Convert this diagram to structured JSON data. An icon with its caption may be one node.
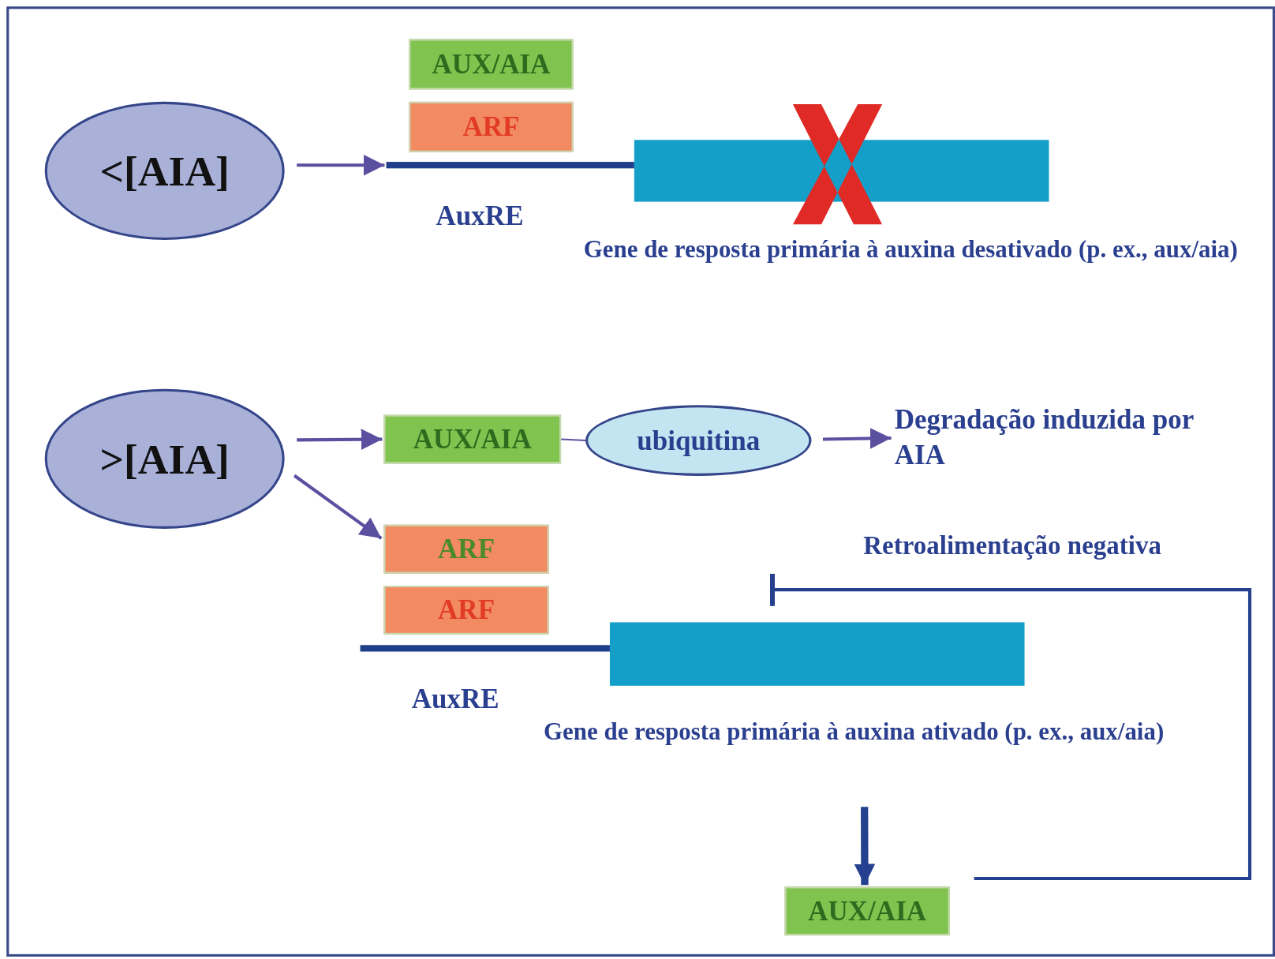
{
  "diagram": {
    "nodes": [
      {
        "text": [
          "<[AIA]"
        ]
      },
      {
        "text": [
          "AUX/AIA"
        ]
      },
      {
        "text": [
          "ARF"
        ]
      },
      {
        "text": [],
        "shape": "bar",
        "beside": [
          "AuxRE"
        ]
      },
      {
        "text": [],
        "shape": "bar",
        "beside": [
          "Gene de resposta primária à auxina desativado (p. ex., aux/aia)"
        ]
      },
      {
        "text": [
          ">[AIA]"
        ]
      },
      {
        "text": [
          "AUX/AIA"
        ]
      },
      {
        "text": [
          "ubiquitina"
        ]
      },
      {
        "text": [
          "Degradação induzida por AIA"
        ]
      },
      {
        "text": [
          "ARF"
        ]
      },
      {
        "text": [
          "ARF"
        ]
      },
      {
        "text": [],
        "shape": "bar",
        "beside": [
          "AuxRE"
        ]
      },
      {
        "text": [],
        "shape": "bar",
        "beside": [
          "Gene de resposta primária à auxina ativado (p. ex., aux/aia)"
        ]
      },
      {
        "text": [
          "AUX/AIA"
        ]
      }
    ],
    "edges": [
      {
        "from": 0,
        "to": 3,
        "arrow": "to"
      },
      {
        "from": 5,
        "to": 6,
        "arrow": "to"
      },
      {
        "from": 6,
        "to": 7,
        "arrow": "none"
      },
      {
        "from": 7,
        "to": 8,
        "arrow": "to"
      },
      {
        "from": 5,
        "to": 9,
        "arrow": "to"
      },
      {
        "from": 12,
        "to": 13,
        "arrow": "to",
        "style": "thick",
        "color": "#24408e"
      },
      {
        "from": 13,
        "to": 12,
        "arrow": "other",
        "label": "Retroalimentação negativa",
        "color": "#24408e"
      }
    ]
  }
}
